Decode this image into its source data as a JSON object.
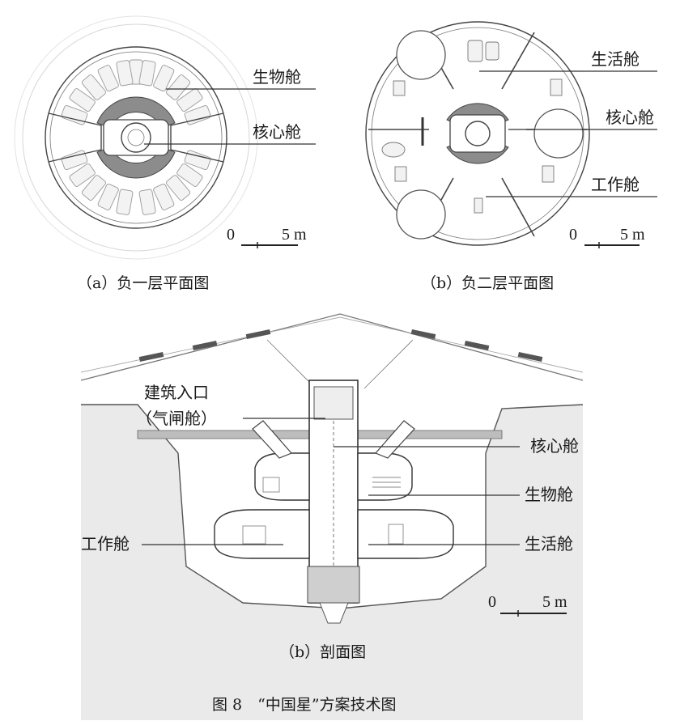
{
  "panel_a": {
    "label_bio": "生物舱",
    "label_core": "核心舱",
    "scale_zero": "0",
    "scale_five": "5 m",
    "caption": "（a）负一层平面图"
  },
  "panel_b": {
    "label_life": "生活舱",
    "label_core": "核心舱",
    "label_work": "工作舱",
    "scale_zero": "0",
    "scale_five": "5 m",
    "caption": "（b）负二层平面图"
  },
  "section": {
    "label_entry_1": "建筑入口",
    "label_entry_2": "（气闸舱）",
    "label_core": "核心舱",
    "label_bio": "生物舱",
    "label_work": "工作舱",
    "label_life": "生活舱",
    "scale_zero": "0",
    "scale_five": "5 m",
    "caption": "（b）剖面图"
  },
  "figure_title": "图 8　“中国星”方案技术图"
}
